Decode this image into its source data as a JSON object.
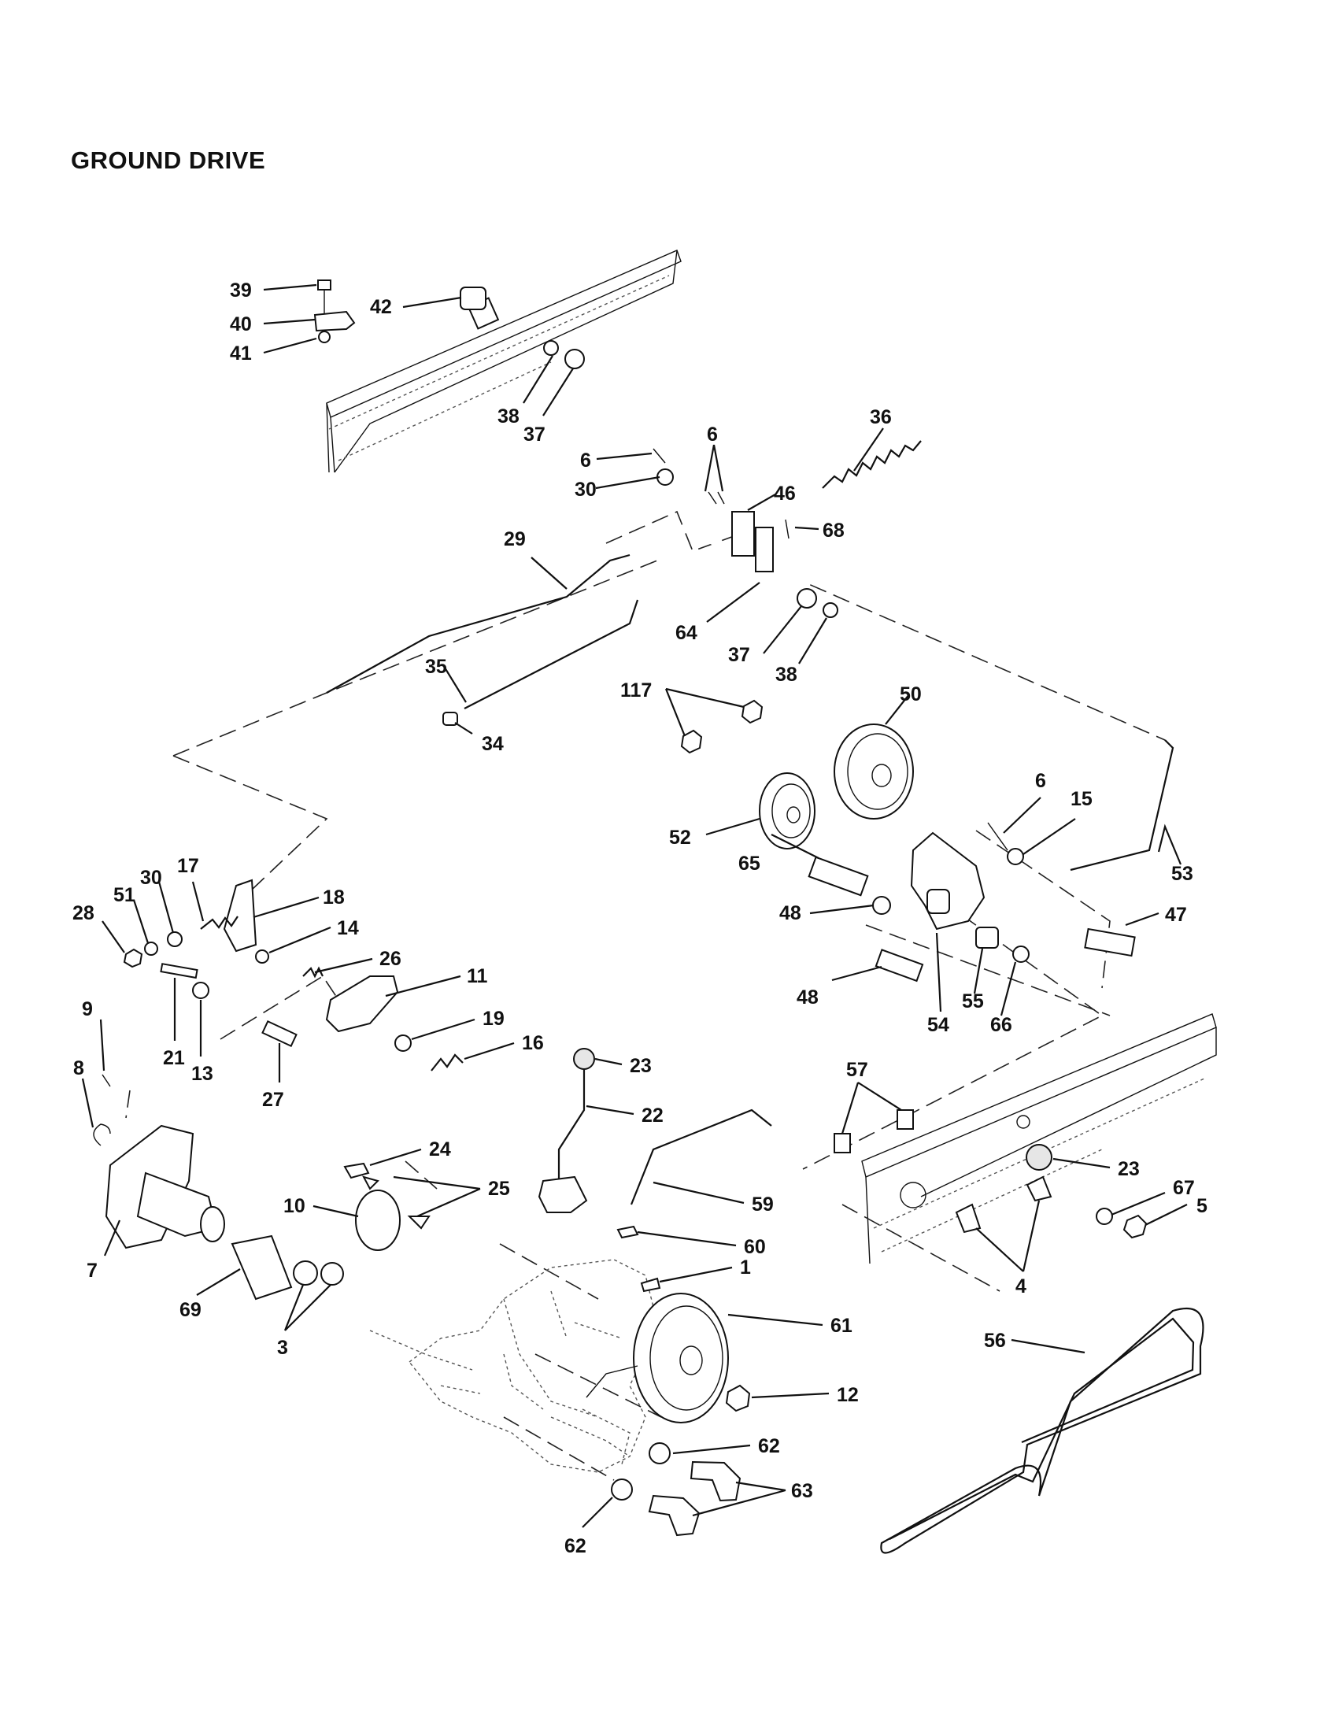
{
  "diagram": {
    "title": "GROUND DRIVE",
    "callouts": [
      "39",
      "40",
      "41",
      "42",
      "38",
      "37",
      "36",
      "6",
      "6",
      "30",
      "46",
      "68",
      "29",
      "64",
      "37",
      "38",
      "35",
      "34",
      "117",
      "50",
      "6",
      "15",
      "52",
      "65",
      "53",
      "47",
      "48",
      "48",
      "54",
      "55",
      "66",
      "17",
      "30",
      "51",
      "28",
      "18",
      "14",
      "26",
      "11",
      "21",
      "13",
      "19",
      "16",
      "27",
      "9",
      "8",
      "23",
      "22",
      "24",
      "25",
      "10",
      "57",
      "23",
      "59",
      "60",
      "67",
      "5",
      "4",
      "7",
      "69",
      "3",
      "1",
      "61",
      "56",
      "12",
      "62",
      "63",
      "62"
    ]
  }
}
